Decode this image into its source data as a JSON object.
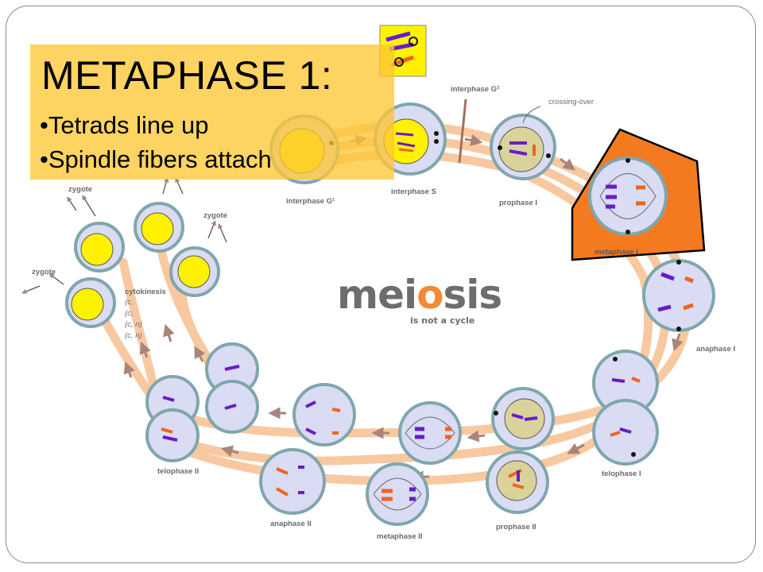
{
  "title": "METAPHASE 1:",
  "bullets": [
    "•Tetrads line up",
    "•Spindle fibers attach"
  ],
  "diagram": {
    "brand_prefix": "mei",
    "brand_o": "o",
    "brand_suffix": "sis",
    "brand_subtitle": "is not a cycle",
    "stage_labels": {
      "interphase_g1": "interphase G¹",
      "interphase_s": "interphase S",
      "interphase_g2": "interphase G²",
      "crossing_over": "crossing-over",
      "prophase_1": "prophase I",
      "metaphase_1": "metaphase I",
      "anaphase_1": "anaphase I",
      "telophase_1": "telophase I",
      "prophase_2": "prophase II",
      "metaphase_2": "metaphase II",
      "anaphase_2": "anaphase II",
      "telophase_2": "telophase II",
      "cytokinesis": "cytokinesis",
      "zygote": "zygote"
    },
    "cytokinesis_notes": [
      "(c,",
      "(c,",
      "(c, n)",
      "(c, n)"
    ]
  },
  "colors": {
    "title_box": "#FDC636",
    "highlight": "#F47A20",
    "pathway": "#F8C9A0",
    "cell_fill": "#D9DCF3",
    "cell_border": "#7FA6AC",
    "nucleus_yellow": "#FFF200",
    "nucleus_tan": "#D9D39A",
    "chromosome_purple": "#6A1BC9",
    "chromosome_orange": "#F0641E"
  }
}
